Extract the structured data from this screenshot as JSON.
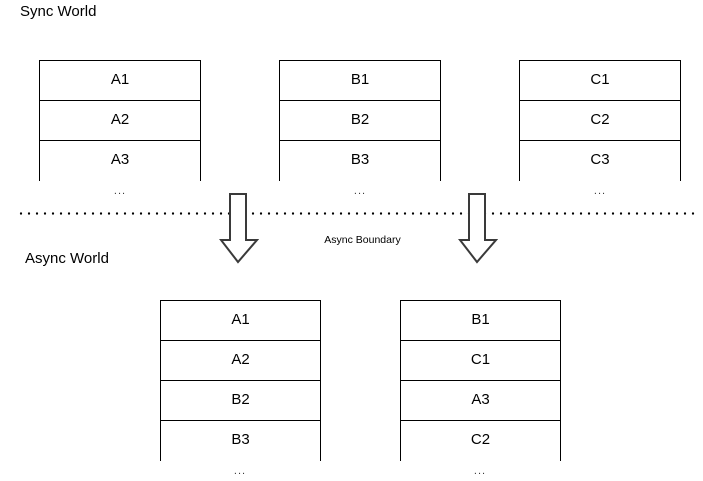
{
  "diagram": {
    "title_sync": "Sync World",
    "title_async": "Async World",
    "boundary_caption": "Async Boundary",
    "ellipsis": "...",
    "colors": {
      "background": "#ffffff",
      "stroke": "#000000",
      "text": "#000000",
      "cell_fill": "#ffffff"
    }
  },
  "sync_queues": [
    {
      "name": "queue-a",
      "items": [
        "A1",
        "A2",
        "A3"
      ],
      "overflow": "..."
    },
    {
      "name": "queue-b",
      "items": [
        "B1",
        "B2",
        "B3"
      ],
      "overflow": "..."
    },
    {
      "name": "queue-c",
      "items": [
        "C1",
        "C2",
        "C3"
      ],
      "overflow": "..."
    }
  ],
  "async_queues": [
    {
      "name": "async-queue-1",
      "items": [
        "A1",
        "A2",
        "B2",
        "B3"
      ],
      "overflow": "..."
    },
    {
      "name": "async-queue-2",
      "items": [
        "B1",
        "C1",
        "A3",
        "C2"
      ],
      "overflow": "..."
    }
  ],
  "arrows": [
    {
      "name": "arrow-left",
      "direction": "down"
    },
    {
      "name": "arrow-right",
      "direction": "down"
    }
  ]
}
